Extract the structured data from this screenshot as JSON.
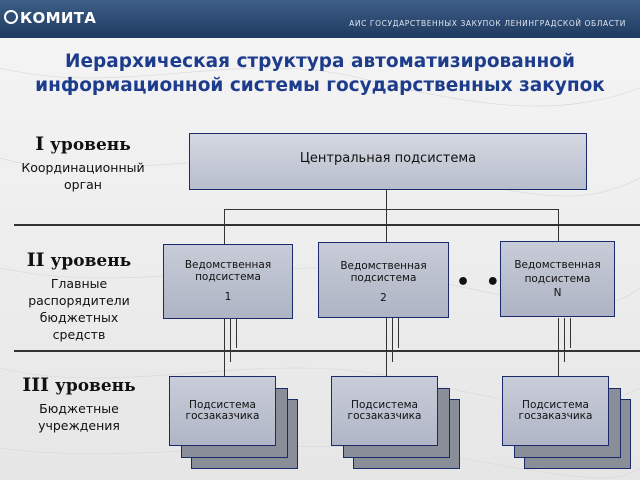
{
  "header": {
    "logo": "КОМИТА",
    "subtitle": "АИС ГОСУДАРСТВЕННЫХ ЗАКУПОК ЛЕНИНГРАДСКОЙ ОБЛАСТИ"
  },
  "title": {
    "line1": "Иерархическая структура автоматизированной",
    "line2": "информационной системы государственных закупок"
  },
  "levels": [
    {
      "roman": "I",
      "word": "уровень",
      "desc": [
        "Координационный",
        "орган"
      ]
    },
    {
      "roman": "II",
      "word": "уровень",
      "desc": [
        "Главные",
        "распорядители",
        "бюджетных",
        "средств"
      ]
    },
    {
      "roman": "III",
      "word": "уровень",
      "desc": [
        "Бюджетные",
        "учреждения"
      ]
    }
  ],
  "central": {
    "label": "Центральная подсистема"
  },
  "departments": [
    {
      "line1": "Ведомственная",
      "line2": "подсистема",
      "num": "1"
    },
    {
      "line1": "Ведомственная",
      "line2": "подсистема",
      "num": "2"
    },
    {
      "line1": "Ведомственная",
      "line2": "подсистема",
      "num": "N"
    }
  ],
  "ellipsis": "• • •",
  "subsystems": [
    {
      "line1": "Подсистема",
      "line2": "госзаказчика"
    },
    {
      "line1": "Подсистема",
      "line2": "госзаказчика"
    },
    {
      "line1": "Подсистема",
      "line2": "госзаказчика"
    }
  ]
}
